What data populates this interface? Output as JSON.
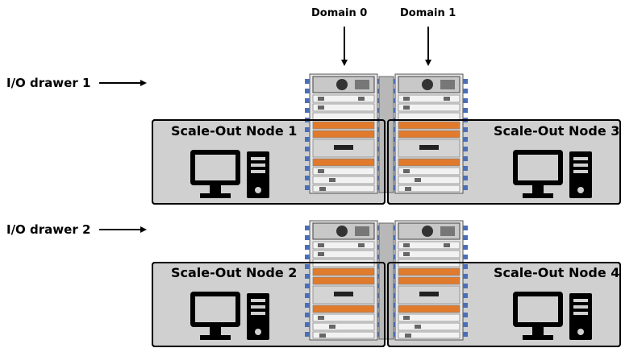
{
  "domains": {
    "domain0": "Domain 0",
    "domain1": "Domain 1"
  },
  "drawers": {
    "drawer1": "I/O drawer 1",
    "drawer2": "I/O drawer 2"
  },
  "nodes": {
    "node1": "Scale-Out Node 1",
    "node2": "Scale-Out Node 2",
    "node3": "Scale-Out Node 3",
    "node4": "Scale-Out Node 4"
  },
  "icons": {
    "node": "desktop-computer-icon",
    "drawer": "io-drawer-hardware-icon"
  },
  "colors": {
    "box_fill": "#d0d0d0",
    "box_border": "#000000",
    "cable_blue": "#4a6fb8",
    "slot_orange": "#e07a2c"
  }
}
